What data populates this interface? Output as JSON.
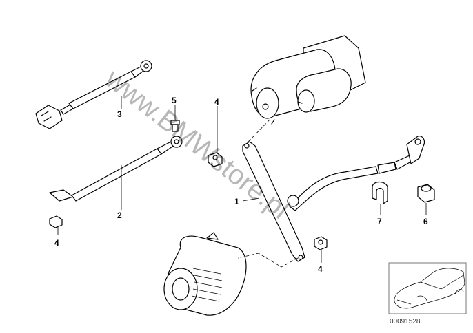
{
  "diagram": {
    "watermark": "www.BMWstore.pl",
    "callouts": {
      "c3": "3",
      "c5": "5",
      "c4a": "4",
      "c2": "2",
      "c4b": "4",
      "c1": "1",
      "c7": "7",
      "c6": "6",
      "c4c": "4"
    },
    "thumbnail_id": "00091528"
  }
}
